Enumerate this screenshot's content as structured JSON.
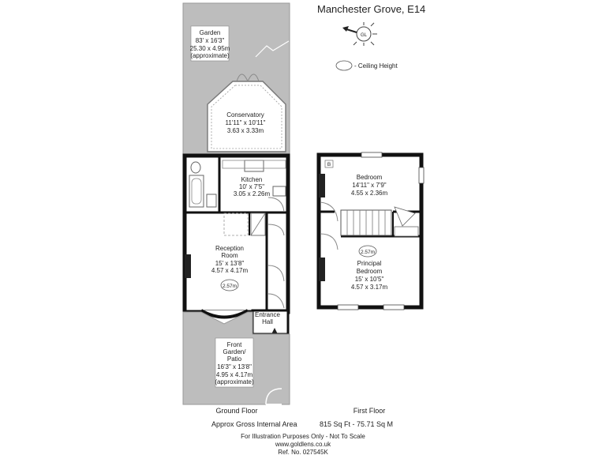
{
  "title": "Manchester Grove, E14",
  "compass_label": "GL",
  "legend": {
    "ceiling_label": "- Ceiling Height"
  },
  "rooms": {
    "garden": {
      "name": "Garden",
      "imperial": "83' x 16'3\"",
      "metric": "25.30 x 4.95m",
      "note": "(approximate)"
    },
    "conservatory": {
      "name": "Conservatory",
      "imperial": "11'11\" x 10'11\"",
      "metric": "3.63 x 3.33m"
    },
    "kitchen": {
      "name": "Kitchen",
      "imperial": "10' x 7'5\"",
      "metric": "3.05 x 2.26m"
    },
    "reception": {
      "name1": "Reception",
      "name2": "Room",
      "imperial": "15' x 13'8\"",
      "metric": "4.57 x 4.17m",
      "ceiling": "2.57m"
    },
    "entrance": {
      "name1": "Entrance",
      "name2": "Hall"
    },
    "front_garden": {
      "name1": "Front",
      "name2": "Garden/",
      "name3": "Patio",
      "imperial": "16'3\" x 13'8\"",
      "metric": "4.95 x 4.17m",
      "note": "(approximate)"
    },
    "bedroom": {
      "name": "Bedroom",
      "imperial": "14'11\" x 7'9\"",
      "metric": "4.55 x 2.36m",
      "marker": "B"
    },
    "principal": {
      "name1": "Principal",
      "name2": "Bedroom",
      "imperial": "15' x 10'5\"",
      "metric": "4.57 x 3.17m",
      "ceiling": "2.57m"
    }
  },
  "floors": {
    "ground": "Ground Floor",
    "first": "First Floor"
  },
  "area": {
    "label": "Approx Gross Internal Area",
    "value": "815 Sq Ft  -  75.71 Sq M"
  },
  "footer": {
    "line1": "For Illustration Purposes Only - Not To Scale",
    "line2": "www.goldlens.co.uk",
    "line3": "Ref. No. 027545K"
  }
}
